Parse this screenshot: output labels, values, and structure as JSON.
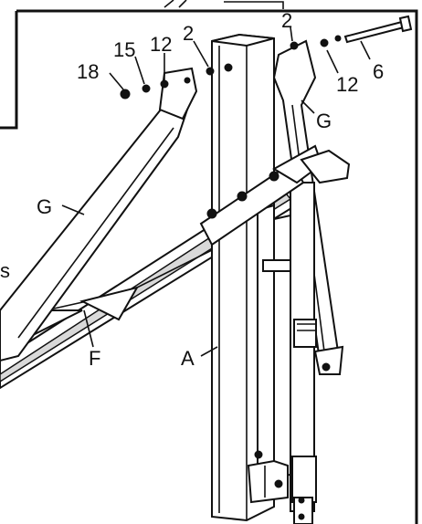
{
  "callouts": [
    "18",
    "15",
    "12",
    "2",
    "2",
    "6",
    "12",
    "G",
    "G",
    "s",
    "F",
    "A"
  ],
  "colors": {
    "ink": "#111111",
    "paper": "#ffffff",
    "shade": "#d9d9d9"
  }
}
